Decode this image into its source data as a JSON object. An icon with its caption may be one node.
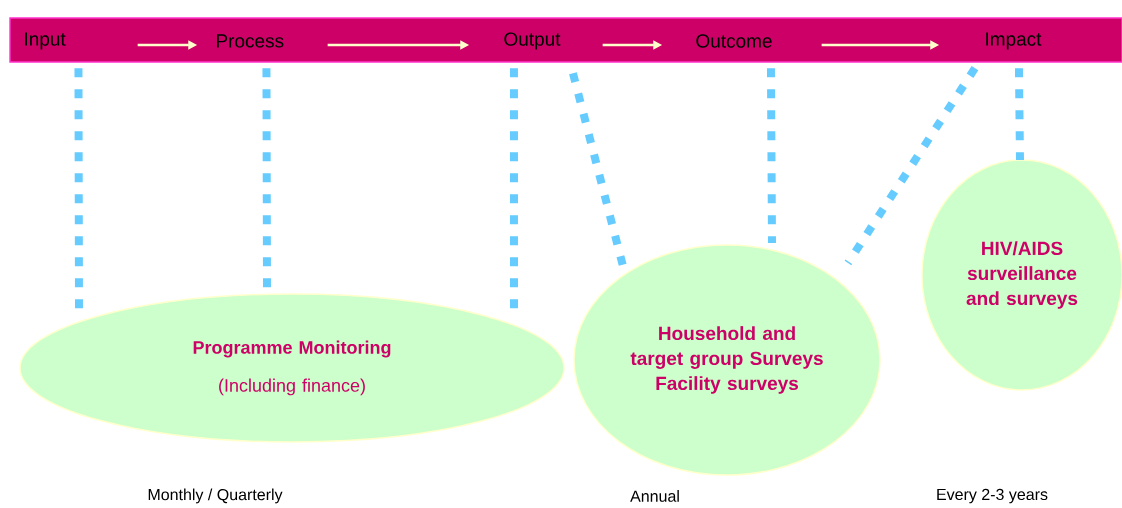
{
  "diagram": {
    "nodes": [
      {
        "text": [],
        "shape": "bar"
      },
      {
        "text": [
          "Input"
        ],
        "in": 0
      },
      {
        "text": [
          "Process"
        ],
        "in": 0
      },
      {
        "text": [
          "Output"
        ],
        "in": 0
      },
      {
        "text": [
          "Outcome"
        ],
        "in": 0
      },
      {
        "text": [
          "Impact"
        ],
        "in": 0
      },
      {
        "text": [
          "Programme Monitoring",
          "(Including finance)"
        ]
      },
      {
        "text": [
          "Household and target group Surveys",
          "Facility surveys"
        ]
      },
      {
        "text": [
          "HIV/AIDS surveillance and surveys"
        ]
      }
    ],
    "edges": [
      {
        "from": 1,
        "to": 2,
        "arrow": "to",
        "color": "#ffffcc"
      },
      {
        "from": 2,
        "to": 3,
        "arrow": "to",
        "color": "#ffffcc"
      },
      {
        "from": 3,
        "to": 4,
        "arrow": "to",
        "color": "#ffffcc"
      },
      {
        "from": 4,
        "to": 5,
        "arrow": "to",
        "color": "#ffffcc"
      },
      {
        "from": 1,
        "to": 6,
        "arrow": "none",
        "style": "dashed"
      },
      {
        "from": 2,
        "to": 6,
        "arrow": "none",
        "style": "dashed"
      },
      {
        "from": 3,
        "to": 6,
        "arrow": "none",
        "style": "dashed"
      },
      {
        "from": 3,
        "to": 7,
        "arrow": "none",
        "style": "dashed"
      },
      {
        "from": 4,
        "to": 7,
        "arrow": "none",
        "style": "dashed"
      },
      {
        "from": 5,
        "to": 7,
        "arrow": "none",
        "style": "dashed"
      },
      {
        "from": 5,
        "to": 8,
        "arrow": "none",
        "style": "dashed"
      }
    ],
    "labels": [
      "Monthly / Quarterly",
      "Annual",
      "Every 2-3 years"
    ]
  }
}
